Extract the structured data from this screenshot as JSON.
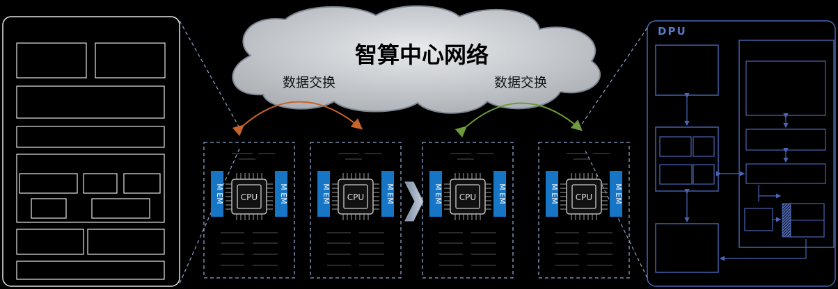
{
  "cloud": {
    "title": "智算中心网络",
    "exchange_left": "数据交换",
    "exchange_right": "数据交换"
  },
  "dpu": {
    "label": "DPU"
  },
  "servers": [
    {
      "cpu_label": "CPU",
      "mem_left": "M EM",
      "mem_right": "M EM"
    },
    {
      "cpu_label": "CPU",
      "mem_left": "M EM",
      "mem_right": "M EM"
    },
    {
      "cpu_label": "CPU",
      "mem_left": "M EM",
      "mem_right": "M EM"
    },
    {
      "cpu_label": "CPU",
      "mem_left": "M EM",
      "mem_right": "M EM"
    }
  ],
  "colors": {
    "background": "#000000",
    "panel_stroke": "#ffffff",
    "dash_stroke": "#8ea2cc",
    "dpu_stroke": "#4a66b8",
    "dpu_text": "#5a78c8",
    "mem_fill": "#1675c4",
    "cloud_fill": "#cfd2d6",
    "arrow_left": "#c8642a",
    "arrow_right": "#6e9a3c"
  }
}
